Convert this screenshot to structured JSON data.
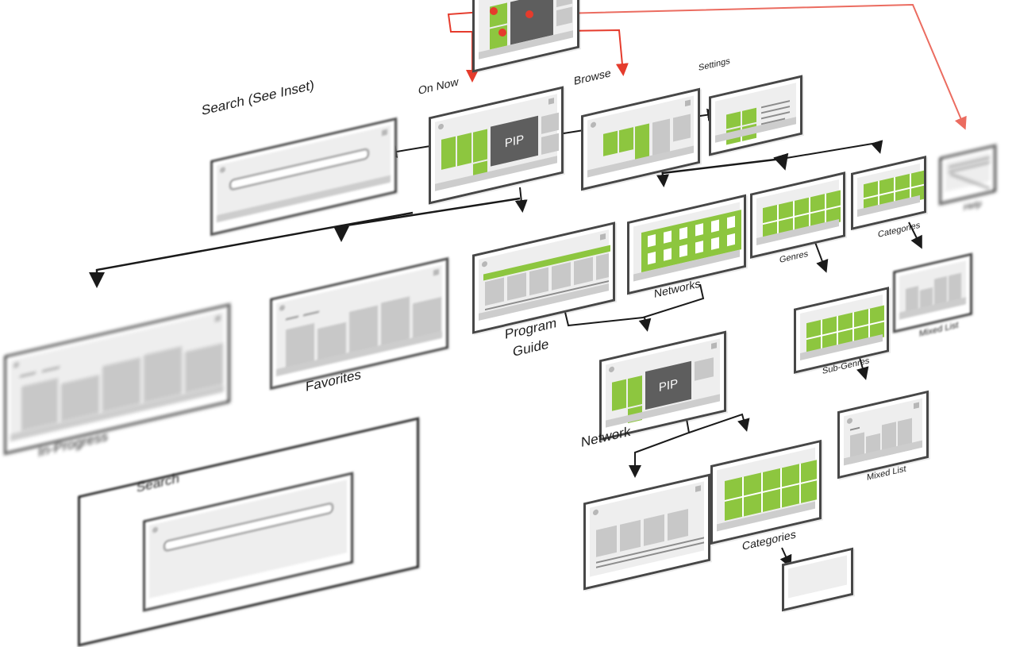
{
  "labels": {
    "on_now": "On Now",
    "browse": "Browse",
    "settings": "Settings",
    "search_see_inset": "Search (See Inset)",
    "program_guide_line1": "Program",
    "program_guide_line2": "Guide",
    "networks": "Networks",
    "genres": "Genres",
    "categories_top": "Categories",
    "sub_genres": "Sub-Genres",
    "mixed_list": "Mixed List",
    "mixed_list_top": "Mixed List",
    "favorites": "Favorites",
    "in_progress": "In-Progress",
    "network": "Network",
    "categories_bottom": "Categories",
    "search_inset": "Search",
    "help": "Help"
  },
  "pip": {
    "on_now": "PIP",
    "network": "PIP"
  },
  "colors": {
    "accent_green": "#8dc63f",
    "frame_border": "#474747",
    "placeholder_gray": "#c8c8c8",
    "pip_dark": "#5e5e5e",
    "connector": "#1a1a1a",
    "highlight_red": "#e53b2c"
  }
}
